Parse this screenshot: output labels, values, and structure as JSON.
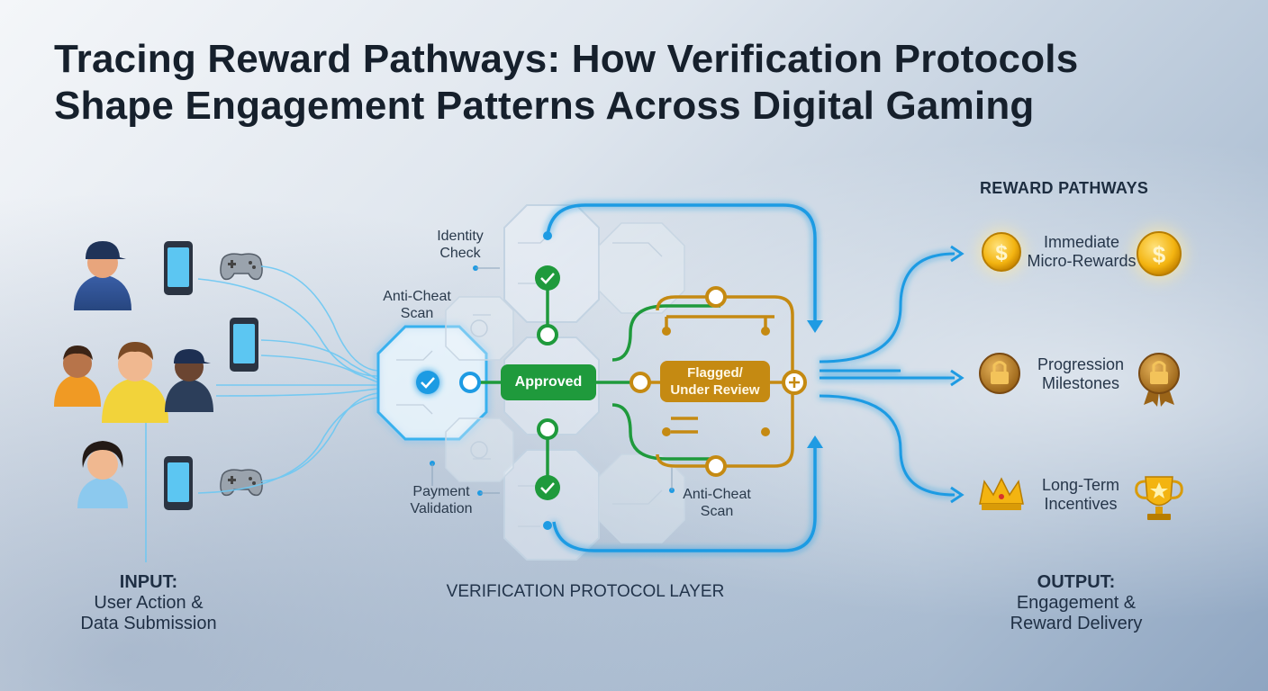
{
  "title": {
    "line1": "Tracing Reward Pathways: How Verification Protocols",
    "line2": "Shape Engagement Patterns Across Digital Gaming"
  },
  "input": {
    "heading": "INPUT:",
    "line1": "User Action &",
    "line2": "Data Submission",
    "users": [
      "user-icon",
      "user-icon",
      "user-icon",
      "user-icon",
      "user-icon"
    ],
    "devices": [
      "smartphone-icon",
      "gamepad-icon"
    ]
  },
  "verification": {
    "layer_label": "VERIFICATION PROTOCOL LAYER",
    "identity_check": [
      "Identity",
      "Check"
    ],
    "anti_cheat_top": [
      "Anti-Cheat",
      "Scan"
    ],
    "payment_validation": [
      "Payment",
      "Validation"
    ],
    "anti_cheat_bottom": [
      "Anti-Cheat",
      "Scan"
    ],
    "approved": "Approved",
    "flagged": [
      "Flagged/",
      "Under Review"
    ]
  },
  "rewards": {
    "heading": "REWARD PATHWAYS",
    "items": [
      {
        "line1": "Immediate",
        "line2": "Micro-Rewards",
        "icon": "coin-icon"
      },
      {
        "line1": "Progression",
        "line2": "Milestones",
        "icon": "lock-badge-icon"
      },
      {
        "line1": "Long-Term",
        "line2": "Incentives",
        "icon": "crown-trophy-icon"
      }
    ]
  },
  "output": {
    "heading": "OUTPUT:",
    "line1": "Engagement &",
    "line2": "Reward Delivery"
  },
  "colors": {
    "blue": "#1e9be3",
    "green": "#1f9a3c",
    "gold": "#c58a12",
    "title": "#16202c"
  }
}
